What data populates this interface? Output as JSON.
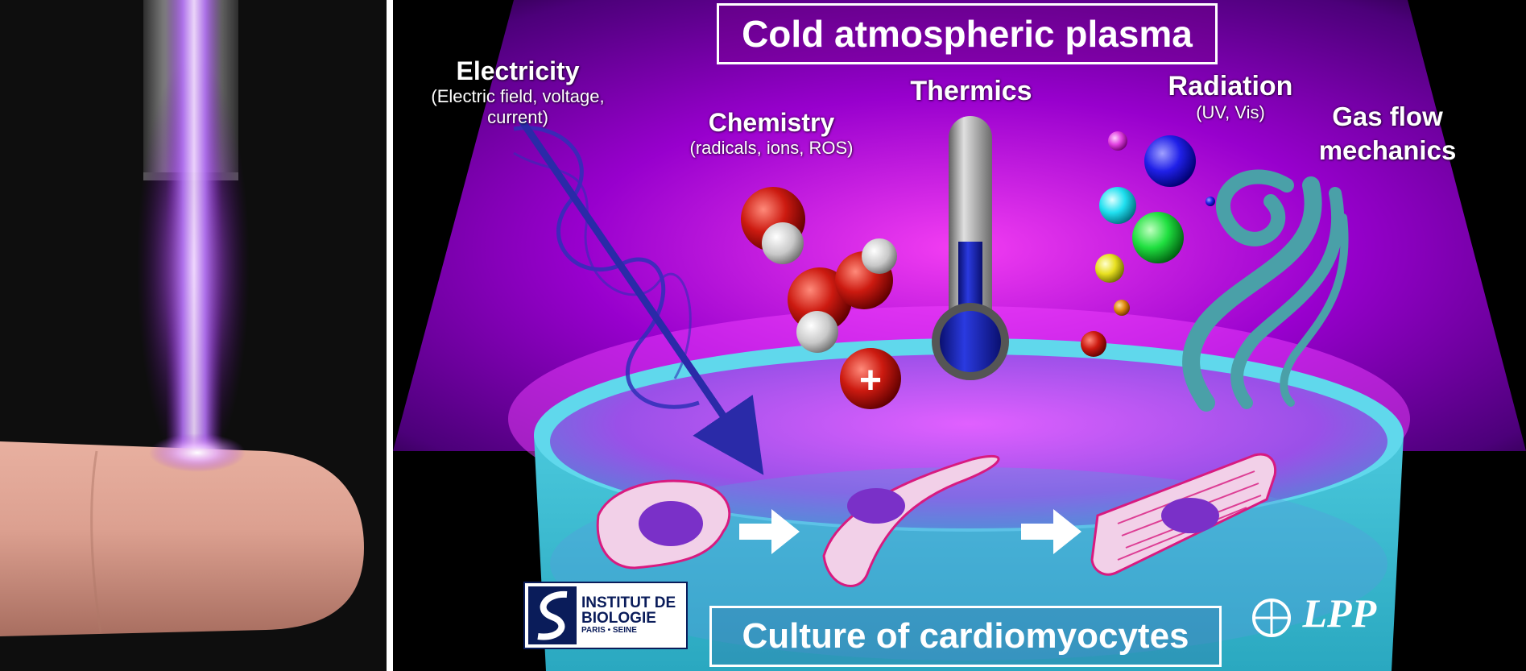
{
  "figure": {
    "title": "Cold atmospheric plasma",
    "culture_label": "Culture of cardiomyocytes",
    "factors": {
      "electricity": {
        "label": "Electricity",
        "detail": "(Electric field, voltage, current)"
      },
      "chemistry": {
        "label": "Chemistry",
        "detail": "(radicals, ions, ROS)"
      },
      "thermics": {
        "label": "Thermics"
      },
      "radiation": {
        "label": "Radiation",
        "detail": "(UV, Vis)"
      },
      "gas_flow": {
        "label": "Gas flow mechanics"
      }
    },
    "logos": {
      "ibps": {
        "line1": "INSTITUT DE",
        "line2": "BIOLOGIE",
        "line3": "PARIS • SEINE"
      },
      "lpp": "LPP"
    }
  },
  "colors": {
    "plasma_purple": "#b000e0",
    "dish_cyan": "#39b6c8",
    "arrow_blue": "#2a2aa8",
    "thermometer_blue": "#1c2ab8"
  }
}
